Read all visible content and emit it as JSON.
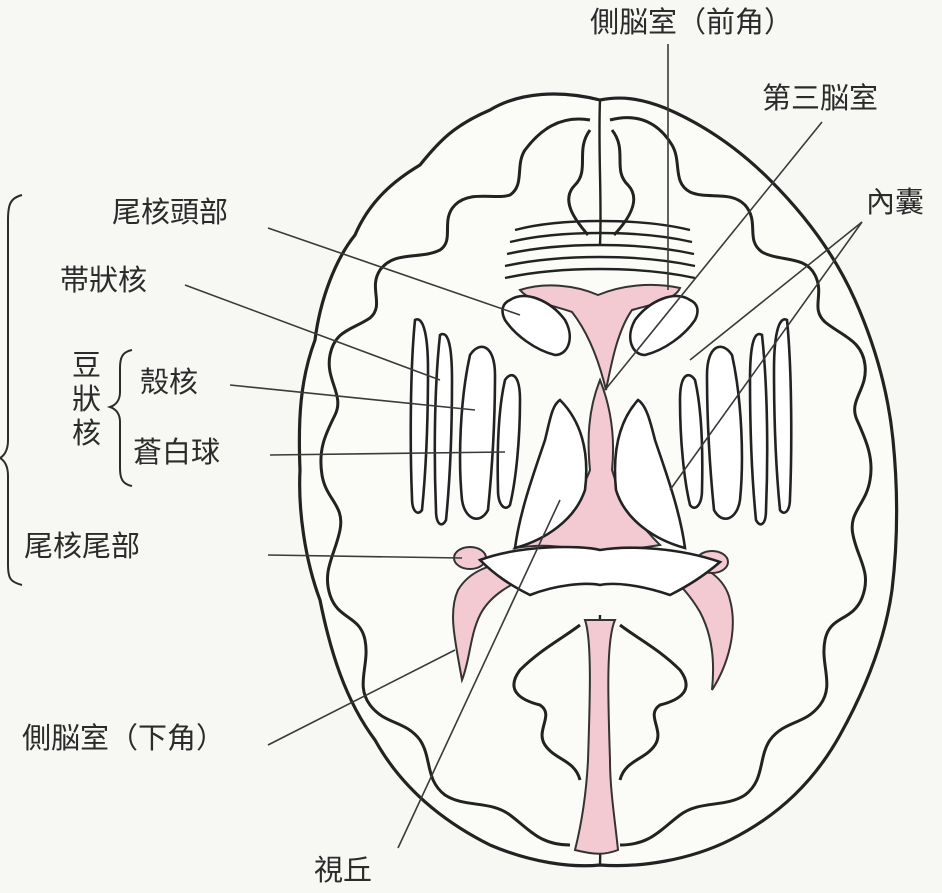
{
  "labels": {
    "lateral_ventricle_anterior": "側脳室（前角）",
    "third_ventricle": "第三脳室",
    "internal_capsule": "內囊",
    "caudate_head": "尾核頭部",
    "cingulate_nucleus": "帯狀核",
    "lentiform_nucleus": "豆狀核",
    "putamen": "殼核",
    "globus_pallidus": "蒼白球",
    "caudate_tail": "尾核尾部",
    "lateral_ventricle_inferior": "側脳室（下角）",
    "thalamus": "視丘"
  },
  "colors": {
    "ventricle_fill": "#f3c9d2",
    "line": "#222222",
    "background": "#f7f7f4"
  }
}
